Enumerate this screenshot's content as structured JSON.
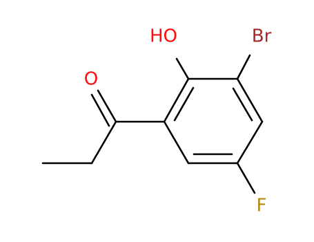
{
  "molecule": {
    "atoms": {
      "oxygen_carbonyl": {
        "label": "O",
        "color": "#ff0d0d"
      },
      "hydroxyl": {
        "label": "HO",
        "color": "#ff0d0d"
      },
      "bromine": {
        "label": "Br",
        "color": "#a62929"
      },
      "fluorine": {
        "label": "F",
        "color": "#b8860b"
      }
    },
    "bond_color": "#000000"
  }
}
